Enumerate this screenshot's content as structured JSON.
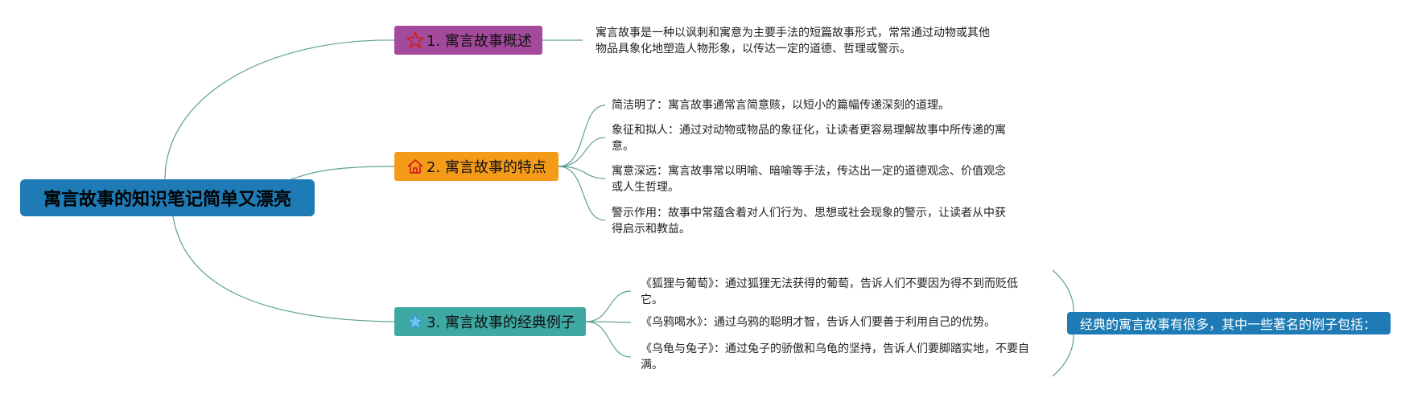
{
  "colors": {
    "root": "#1e7bb5",
    "branch_1": "#a44a9c",
    "branch_2": "#f59b1a",
    "branch_3": "#3ea9a3",
    "summary": "#1e7bb5",
    "line": "#5f9f94"
  },
  "root": {
    "title": "寓言故事的知识笔记简单又漂亮"
  },
  "branches": [
    {
      "icon": "star-outline-icon",
      "label": "1. 寓言故事概述",
      "leaves": [
        [
          "寓言故事是一种以讽刺和寓意为主要手法的短篇故事形式，常常通过动物或其他",
          "物品具象化地塑造人物形象，以传达一定的道德、哲理或警示。"
        ]
      ]
    },
    {
      "icon": "home-icon",
      "label": "2. 寓言故事的特点",
      "leaves": [
        [
          "简洁明了：寓言故事通常言简意赅，以短小的篇幅传递深刻的道理。"
        ],
        [
          "象征和拟人：通过对动物或物品的象征化，让读者更容易理解故事中所传递的寓",
          "意。"
        ],
        [
          "寓意深远：寓言故事常以明喻、暗喻等手法，传达出一定的道德观念、价值观念",
          "或人生哲理。"
        ],
        [
          "警示作用：故事中常蕴含着对人们行为、思想或社会现象的警示，让读者从中获",
          "得启示和教益。"
        ]
      ]
    },
    {
      "icon": "star-filled-icon",
      "label": "3. 寓言故事的经典例子",
      "leaves": [
        [
          "《狐狸与葡萄》：通过狐狸无法获得的葡萄，告诉人们不要因为得不到而贬低",
          "它。"
        ],
        [
          "《乌鸦喝水》：通过乌鸦的聪明才智，告诉人们要善于利用自己的优势。"
        ],
        [
          "《乌龟与兔子》：通过兔子的骄傲和乌龟的坚持，告诉人们要脚踏实地，不要自",
          "满。"
        ]
      ],
      "summary": "经典的寓言故事有很多，其中一些著名的例子包括："
    }
  ]
}
